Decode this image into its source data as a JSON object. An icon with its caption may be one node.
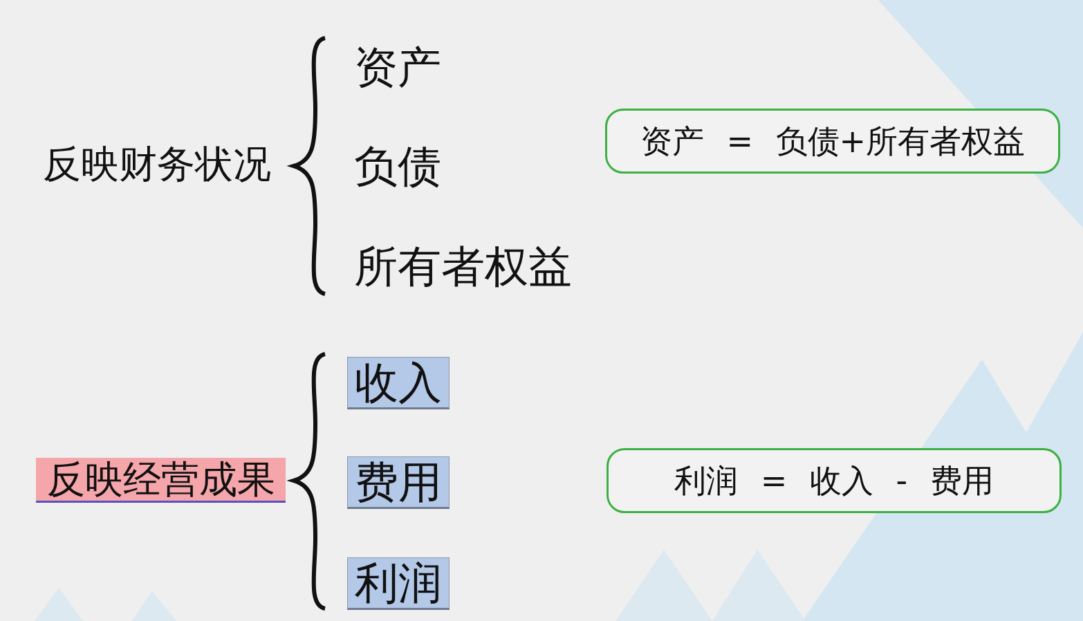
{
  "diagram": {
    "nodes": [
      {
        "text": [
          "资产 = 负债+所有者权益"
        ]
      },
      {
        "text": [
          "反映经营成果"
        ]
      },
      {
        "text": [
          "收入"
        ]
      },
      {
        "text": [
          "费用"
        ]
      },
      {
        "text": [
          "利润"
        ]
      },
      {
        "text": [
          "利润 = 收入 - 费用"
        ]
      }
    ],
    "labels": [
      "反映财务状况",
      "资产",
      "负债",
      "所有者权益"
    ]
  }
}
